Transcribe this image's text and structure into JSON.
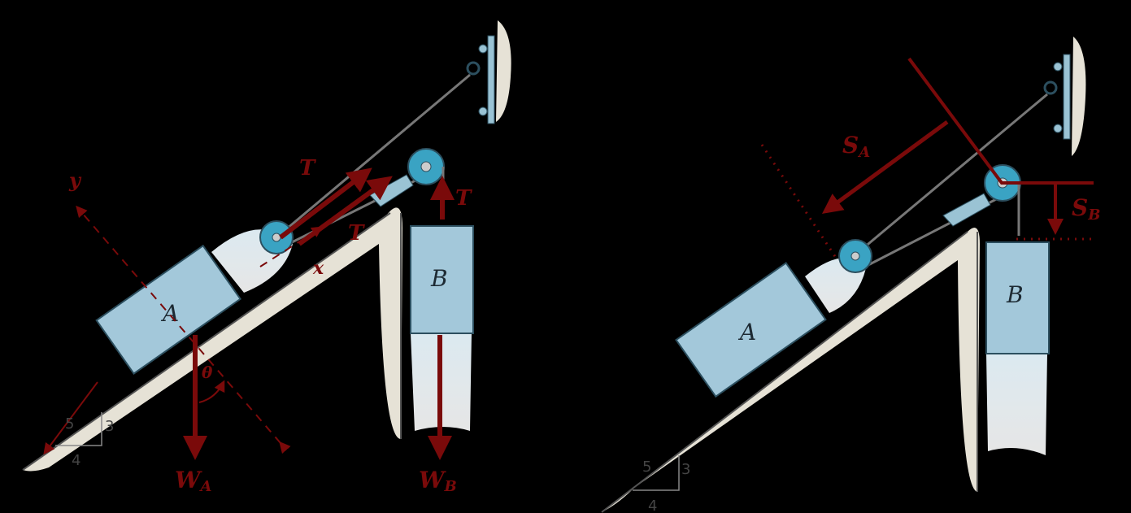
{
  "colors": {
    "background": "#000000",
    "force": "#7a0a0a",
    "block": "#a3c8da",
    "block_edge": "#2c4f5f",
    "pulley": "#3aa3c3",
    "surface": "#e6e2d6",
    "rope": "#777777"
  },
  "left_panel": {
    "name": "free-body-diagram",
    "block_a_label": "A",
    "block_b_label": "B",
    "tension_labels": [
      "T",
      "T",
      "T"
    ],
    "axis_x_label": "x",
    "axis_y_label": "y",
    "angle_label": "θ",
    "weight_a_label": "W",
    "weight_a_sub": "A",
    "weight_b_label": "W",
    "weight_b_sub": "B",
    "slope": {
      "hyp": "5",
      "rise": "3",
      "run": "4"
    }
  },
  "right_panel": {
    "name": "position-coordinates-diagram",
    "block_a_label": "A",
    "block_b_label": "B",
    "coord_a_label": "S",
    "coord_a_sub": "A",
    "coord_b_label": "S",
    "coord_b_sub": "B",
    "slope": {
      "hyp": "5",
      "rise": "3",
      "run": "4"
    }
  }
}
